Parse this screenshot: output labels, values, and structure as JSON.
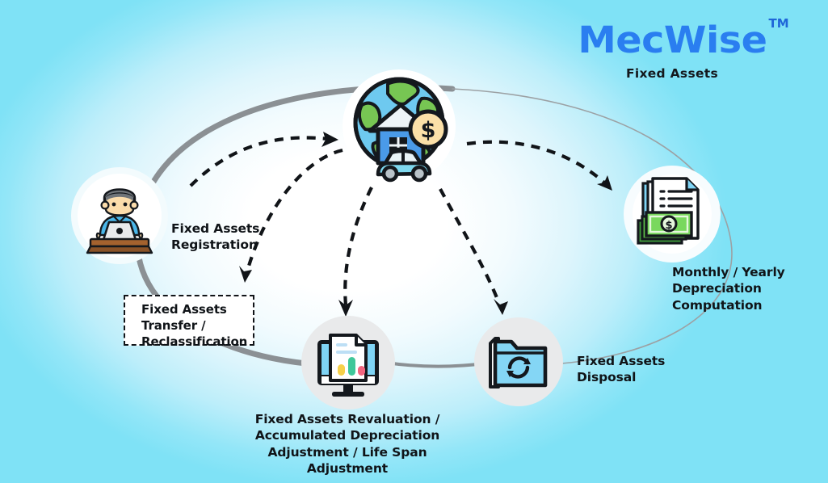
{
  "logo": {
    "brand": "MecWise",
    "trademark": "TM",
    "product": "Fixed Assets",
    "brand_color": "#2a7ef0",
    "product_color": "#14181d"
  },
  "background": {
    "edge_color": "#7fe2f6",
    "center_color": "#ffffff"
  },
  "diagram": {
    "orbit_color": "#8a8f94",
    "arrow_color": "#111418",
    "nodes": [
      {
        "id": "registration",
        "icon": "person-at-laptop-icon",
        "label": "Fixed Assets\nRegistration",
        "circle_color": "#f4fbfd"
      },
      {
        "id": "assets",
        "icon": "globe-house-car-money-icon",
        "label": "",
        "circle_color": "#ffffff"
      },
      {
        "id": "depreciation",
        "icon": "documents-money-icon",
        "label": "Monthly / Yearly\nDepreciation\nComputation",
        "circle_color": "#f7fcfd"
      },
      {
        "id": "revaluation",
        "icon": "monitor-report-chart-icon",
        "label": "Fixed Assets Revaluation /\nAccumulated Depreciation\nAdjustment / Life Span Adjustment",
        "circle_color": "#e9eaeb"
      },
      {
        "id": "disposal",
        "icon": "folder-sync-icon",
        "label": "Fixed Assets\nDisposal",
        "circle_color": "#e9eaeb"
      },
      {
        "id": "transfer",
        "icon": "dashed-box",
        "label": "Fixed Assets\nTransfer /\nReclassification",
        "circle_color": "#ffffff"
      }
    ]
  }
}
